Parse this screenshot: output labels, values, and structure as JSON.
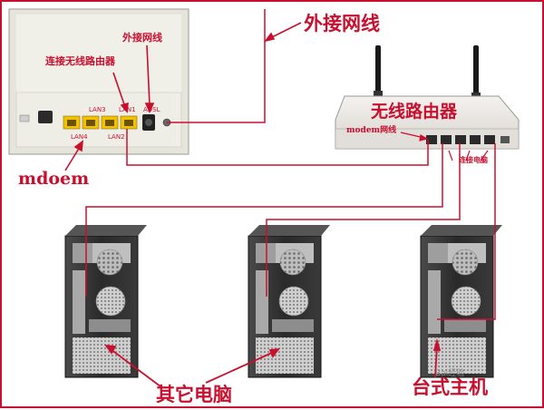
{
  "labels": {
    "external_line": "外接网线",
    "external_line_small": "外接网线",
    "connect_wireless_router": "连接无线路由器",
    "modem": "mdoem",
    "wireless_router": "无线路由器",
    "modem_line": "modem网线",
    "connect_pc": "连接电脑",
    "other_pcs": "其它电脑",
    "desktop_host": "台式主机",
    "watermark": "Bai经验"
  },
  "modem_ports": {
    "lan3": "LAN3",
    "lan1": "LAN1",
    "adsl": "ADSL",
    "lan4": "LAN4",
    "lan2": "LAN2"
  },
  "colors": {
    "annotation": "#c8102e",
    "lan_port": "#f2c200",
    "router_body": "#e9e6e2",
    "modem_body": "#ecebe3"
  }
}
